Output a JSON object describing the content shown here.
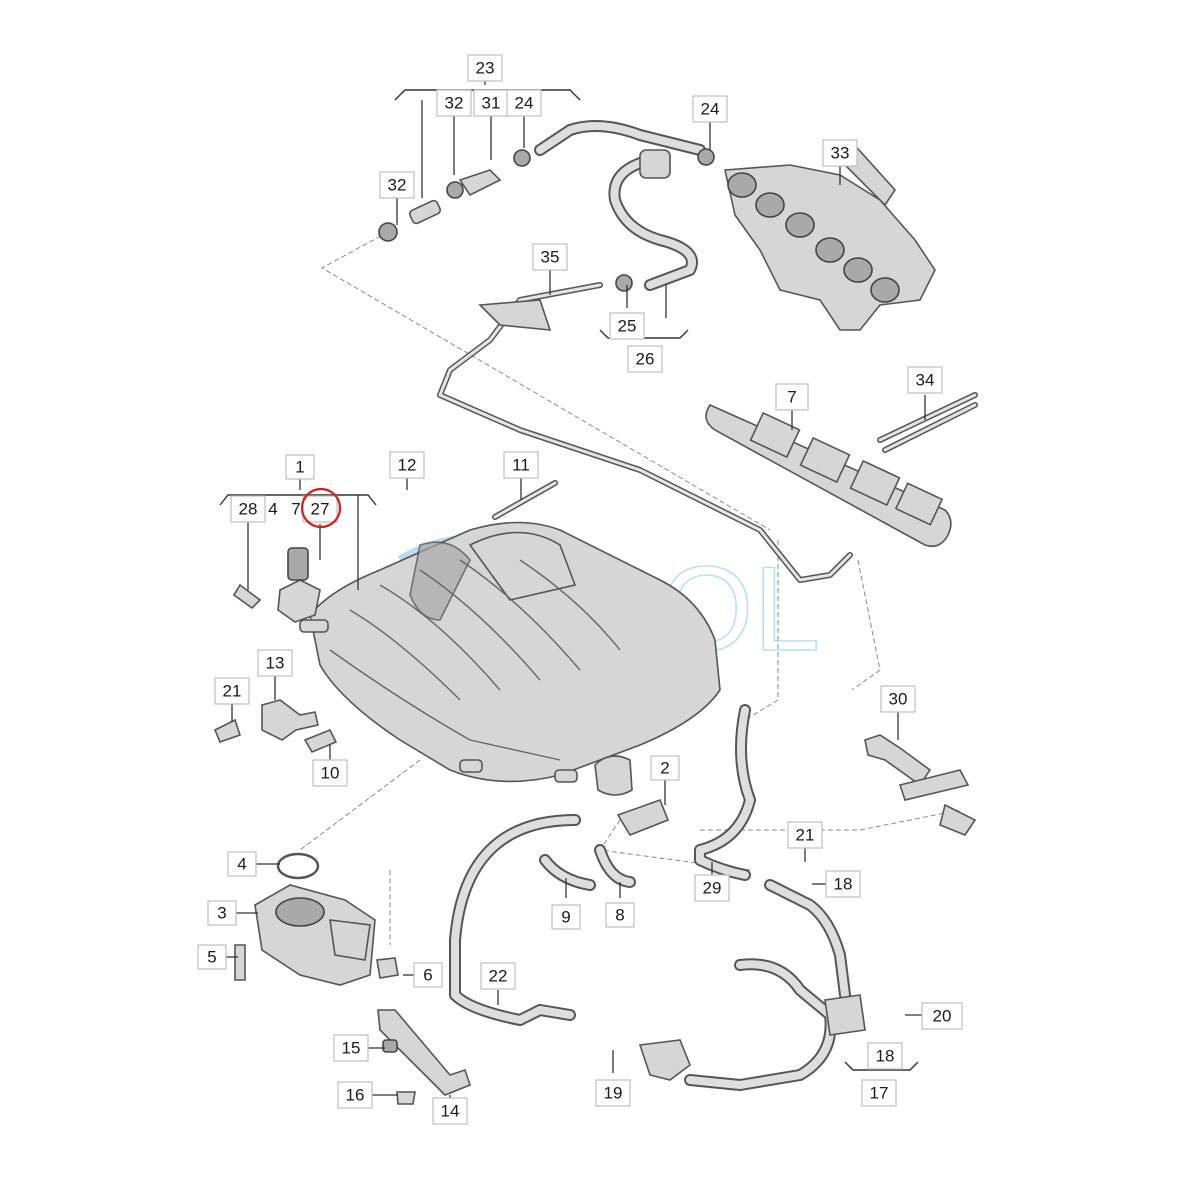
{
  "diagram": {
    "watermark": {
      "text": "SOL"
    },
    "highlighted_callout": "27",
    "callouts": {
      "c1": "1",
      "c2": "2",
      "c3": "3",
      "c4a": "4",
      "c4b": "4",
      "c5": "5",
      "c6": "6",
      "c7a": "7",
      "c7b": "7",
      "c8": "8",
      "c9": "9",
      "c10": "10",
      "c11": "11",
      "c12": "12",
      "c13": "13",
      "c14": "14",
      "c15": "15",
      "c16": "16",
      "c17": "17",
      "c18a": "18",
      "c18b": "18",
      "c19": "19",
      "c20": "20",
      "c21a": "21",
      "c21b": "21",
      "c22": "22",
      "c23": "23",
      "c24a": "24",
      "c24b": "24",
      "c25": "25",
      "c26": "26",
      "c27": "27",
      "c28": "28",
      "c29": "29",
      "c30": "30",
      "c31": "31",
      "c32a": "32",
      "c32b": "32",
      "c33": "33",
      "c34": "34",
      "c35": "35"
    }
  }
}
